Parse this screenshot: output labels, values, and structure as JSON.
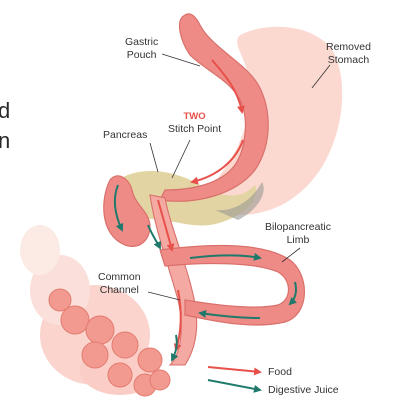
{
  "labels": {
    "gastric_pouch": [
      "Gastric",
      "Pouch"
    ],
    "removed_stomach": [
      "Removed",
      "Stomach"
    ],
    "two": "TWO",
    "stitch_point": "Stitch Point",
    "pancreas": "Pancreas",
    "biliopancreatic_limb": [
      "Bilopancreatic",
      "Limb"
    ],
    "common_channel": [
      "Common",
      "Channel"
    ]
  },
  "edge_text": [
    "d",
    "n"
  ],
  "legend": [
    {
      "label": "Food",
      "color": "#e8504a"
    },
    {
      "label": "Digestive Juice",
      "color": "#1f7a6c"
    }
  ],
  "colors": {
    "intestine": "#ef8b87",
    "intestine_light": "#f8b8b3",
    "stomach_removed": "#fbd9d0",
    "pancreas": "#e3d5a3",
    "food_arrow": "#e8504a",
    "juice_arrow": "#1f7a6c"
  }
}
